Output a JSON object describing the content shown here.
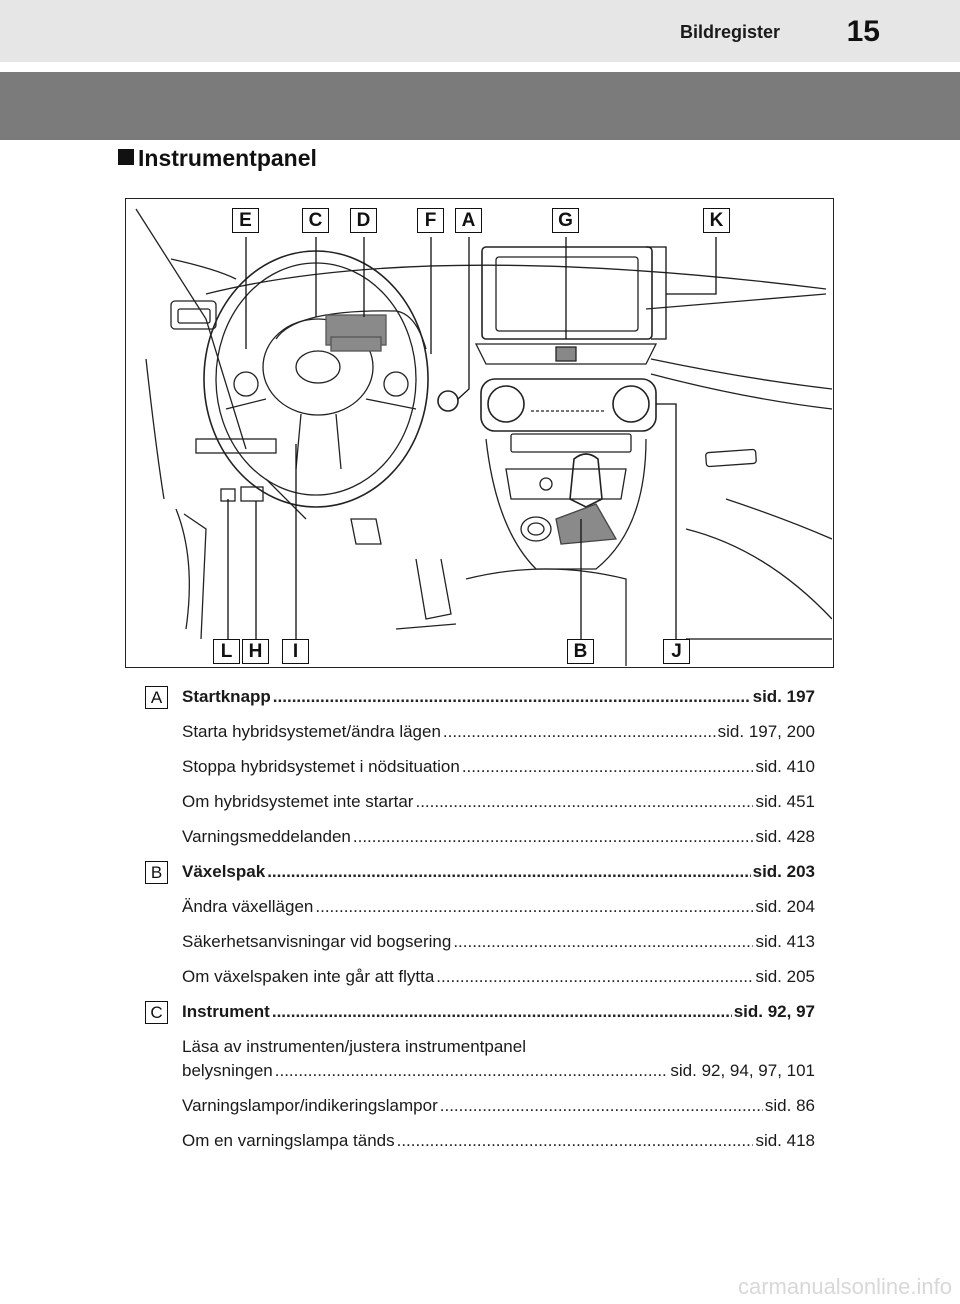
{
  "header": {
    "title": "Bildregister",
    "page_number": "15"
  },
  "section": {
    "title": "Instrumentpanel"
  },
  "figure": {
    "callouts_top": [
      "E",
      "C",
      "D",
      "F",
      "A",
      "G",
      "K"
    ],
    "callouts_bottom": [
      "L",
      "H",
      "I",
      "B",
      "J"
    ]
  },
  "entries": [
    {
      "letter": "A",
      "title": "Startknapp",
      "page": "sid. 197",
      "items": [
        {
          "label": "Starta hybridsystemet/ändra lägen",
          "page": "sid. 197, 200"
        },
        {
          "label": "Stoppa hybridsystemet i nödsituation",
          "page": "sid. 410"
        },
        {
          "label": "Om hybridsystemet inte startar",
          "page": "sid. 451"
        },
        {
          "label": "Varningsmeddelanden",
          "page": "sid. 428"
        }
      ]
    },
    {
      "letter": "B",
      "title": "Växelspak",
      "page": "sid. 203",
      "items": [
        {
          "label": "Ändra växellägen",
          "page": "sid. 204"
        },
        {
          "label": "Säkerhetsanvisningar vid bogsering",
          "page": "sid. 413"
        },
        {
          "label": "Om växelspaken inte går att flytta",
          "page": "sid. 205"
        }
      ]
    },
    {
      "letter": "C",
      "title": "Instrument",
      "page": "sid. 92, 97",
      "items": [
        {
          "label_line1": "Läsa av instrumenten/justera instrumentpanel",
          "label": "belysningen",
          "page": "sid. 92, 94, 97, 101"
        },
        {
          "label": "Varningslampor/indikeringslampor",
          "page": "sid. 86"
        },
        {
          "label": "Om en varningslampa tänds",
          "page": "sid. 418"
        }
      ]
    }
  ],
  "footer": {
    "watermark": "carmanualsonline.info"
  }
}
